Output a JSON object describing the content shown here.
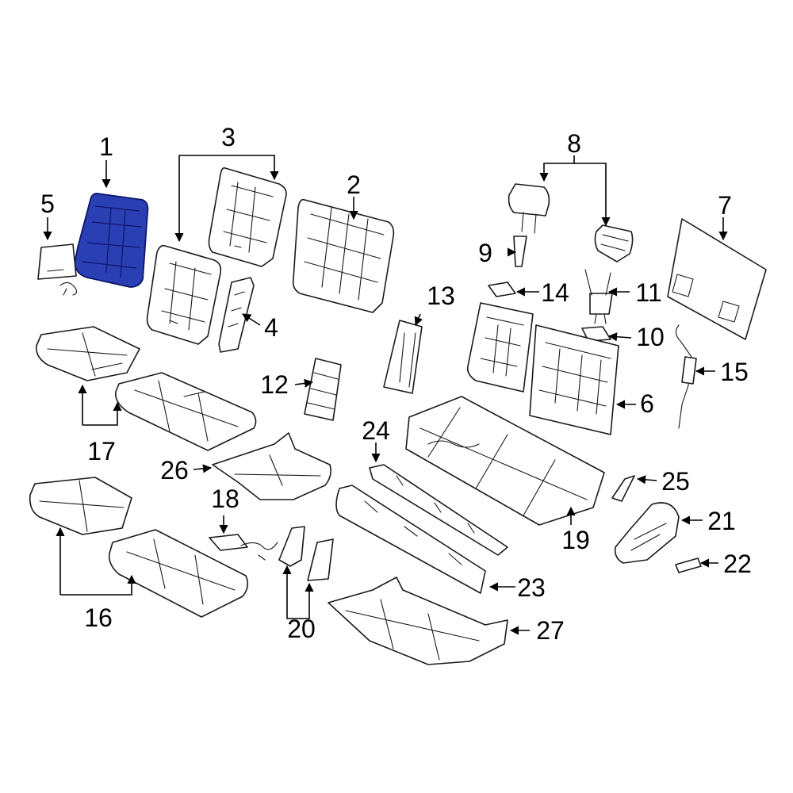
{
  "callouts": [
    {
      "id": "1",
      "label": "1"
    },
    {
      "id": "2",
      "label": "2"
    },
    {
      "id": "3",
      "label": "3"
    },
    {
      "id": "4",
      "label": "4"
    },
    {
      "id": "5",
      "label": "5"
    },
    {
      "id": "6",
      "label": "6"
    },
    {
      "id": "7",
      "label": "7"
    },
    {
      "id": "8",
      "label": "8"
    },
    {
      "id": "9",
      "label": "9"
    },
    {
      "id": "10",
      "label": "10"
    },
    {
      "id": "11",
      "label": "11"
    },
    {
      "id": "12",
      "label": "12"
    },
    {
      "id": "13",
      "label": "13"
    },
    {
      "id": "14",
      "label": "14"
    },
    {
      "id": "15",
      "label": "15"
    },
    {
      "id": "16",
      "label": "16"
    },
    {
      "id": "17",
      "label": "17"
    },
    {
      "id": "18",
      "label": "18"
    },
    {
      "id": "19",
      "label": "19"
    },
    {
      "id": "20",
      "label": "20"
    },
    {
      "id": "21",
      "label": "21"
    },
    {
      "id": "22",
      "label": "22"
    },
    {
      "id": "23",
      "label": "23"
    },
    {
      "id": "24",
      "label": "24"
    },
    {
      "id": "25",
      "label": "25"
    },
    {
      "id": "26",
      "label": "26"
    },
    {
      "id": "27",
      "label": "27"
    }
  ],
  "highlighted_part": "1",
  "colors": {
    "highlight": "#2a3fb3",
    "line": "#1a1a1a",
    "background": "#ffffff"
  }
}
